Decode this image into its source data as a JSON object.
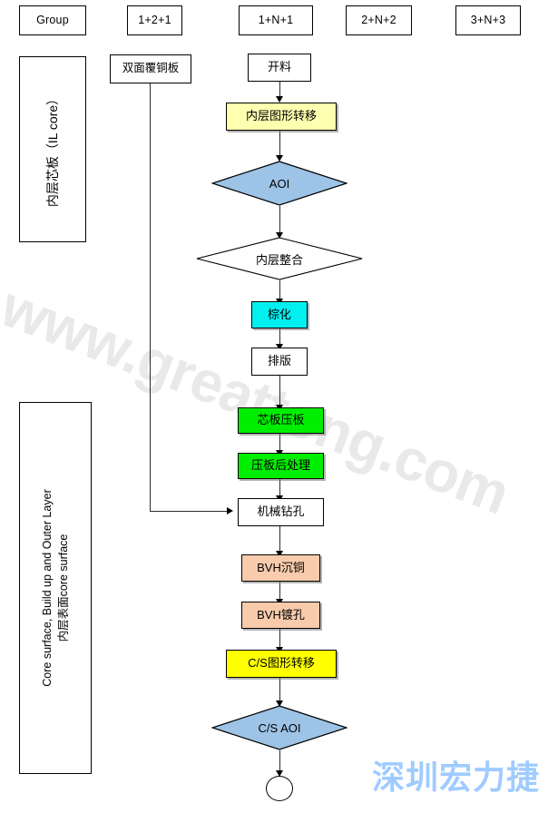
{
  "diagram": {
    "title_watermark": "www.greattong.com",
    "brand_watermark": "深圳宏力捷",
    "colors": {
      "white": "#ffffff",
      "yellow_pale": "#ffffb0",
      "yellow_bright": "#ffff00",
      "blue": "#9dc3e6",
      "cyan": "#00f0f0",
      "green": "#00ee00",
      "peach": "#f8cbad",
      "line": "#000000",
      "watermark_gray": "#e9e9e9",
      "brand_blue": "#9fcbff"
    }
  },
  "headers": [
    {
      "id": "group",
      "label": "Group"
    },
    {
      "id": "c121",
      "label": "1+2+1"
    },
    {
      "id": "c1n1",
      "label": "1+N+1"
    },
    {
      "id": "c2n2",
      "label": "2+N+2"
    },
    {
      "id": "c3n3",
      "label": "3+N+3"
    }
  ],
  "bands": [
    {
      "id": "il-core",
      "lines": [
        "内层芯板（IL core）"
      ]
    },
    {
      "id": "core-surface",
      "lines": [
        "Core surface, Build up and Outer Layer",
        "内层表面core surface"
      ]
    }
  ],
  "side_nodes": [
    {
      "id": "clad",
      "label": "双面覆铜板",
      "shape": "rect",
      "fill": "#ffffff"
    }
  ],
  "flow": [
    {
      "id": "kailiao",
      "label": "开料",
      "shape": "rect",
      "fill": "#ffffff"
    },
    {
      "id": "inner-image",
      "label": "内层图形转移",
      "shape": "rect",
      "fill": "#ffffb0"
    },
    {
      "id": "aoi",
      "label": "AOI",
      "shape": "diamond",
      "fill": "#9dc3e6"
    },
    {
      "id": "inner-lam",
      "label": "内层整合",
      "shape": "diamond",
      "fill": "#ffffff"
    },
    {
      "id": "brown-ox",
      "label": "棕化",
      "shape": "rect",
      "fill": "#00f0f0"
    },
    {
      "id": "layup",
      "label": "排版",
      "shape": "rect",
      "fill": "#ffffff"
    },
    {
      "id": "core-press",
      "label": "芯板压板",
      "shape": "rect",
      "fill": "#00ee00"
    },
    {
      "id": "post-press",
      "label": "压板后处理",
      "shape": "rect",
      "fill": "#00ee00"
    },
    {
      "id": "mech-drill",
      "label": "机械钻孔",
      "shape": "rect",
      "fill": "#ffffff"
    },
    {
      "id": "bvh-copper",
      "label": "BVH沉铜",
      "shape": "rect",
      "fill": "#f8cbad"
    },
    {
      "id": "bvh-plate",
      "label": "BVH镀孔",
      "shape": "rect",
      "fill": "#f8cbad"
    },
    {
      "id": "cs-image",
      "label": "C/S图形转移",
      "shape": "rect",
      "fill": "#ffff00"
    },
    {
      "id": "cs-aoi",
      "label": "C/S AOI",
      "shape": "diamond",
      "fill": "#9dc3e6"
    },
    {
      "id": "end",
      "label": "",
      "shape": "circle",
      "fill": "#ffffff"
    }
  ]
}
